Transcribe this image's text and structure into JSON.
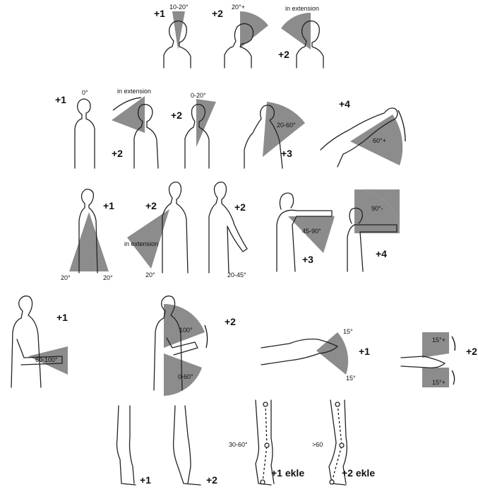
{
  "neck": {
    "flex_small": {
      "score": "+1",
      "angle": "10-20°"
    },
    "flex_large": {
      "score": "+2",
      "angle": "20°+"
    },
    "extension": {
      "score": "+2",
      "angle": "in extension"
    }
  },
  "trunk": {
    "upright": {
      "score": "+1",
      "angle": "0°"
    },
    "extension": {
      "score": "+2",
      "angle": "in extension"
    },
    "flex_small": {
      "score": "+2",
      "angle": "0-20°"
    },
    "flex_mid": {
      "score": "+3",
      "angle": "20-60°"
    },
    "flex_large": {
      "score": "+4",
      "angle": "60°+"
    }
  },
  "upper_arm": {
    "neutral": {
      "score": "+1",
      "angle_left": "20°",
      "angle_right": "20°"
    },
    "extension": {
      "score": "+2",
      "angle": "in extension",
      "angle_low": "20°"
    },
    "flex_small": {
      "score": "+2",
      "angle": "20-45°"
    },
    "flex_mid": {
      "score": "+3",
      "angle": "45-90°"
    },
    "flex_large": {
      "score": "+4",
      "angle": "90°-"
    }
  },
  "lower_arm": {
    "mid": {
      "score": "+1",
      "angle": "60-100°"
    },
    "outside": {
      "score": "+2",
      "angle_top": "100°",
      "angle_bottom": "0-60°"
    }
  },
  "wrist": {
    "neutral": {
      "score": "+1",
      "angle_top": "15°",
      "angle_bottom": "15°"
    },
    "outside": {
      "score": "+2",
      "angle_top": "15°+",
      "angle_bottom": "15°+"
    }
  },
  "legs": {
    "bilateral": {
      "score": "+1"
    },
    "unilateral": {
      "score": "+2"
    },
    "knee_mid": {
      "score": "+1 ekle",
      "angle": "30-60°"
    },
    "knee_large": {
      "score": "+2 ekle",
      "angle": ">60"
    }
  }
}
